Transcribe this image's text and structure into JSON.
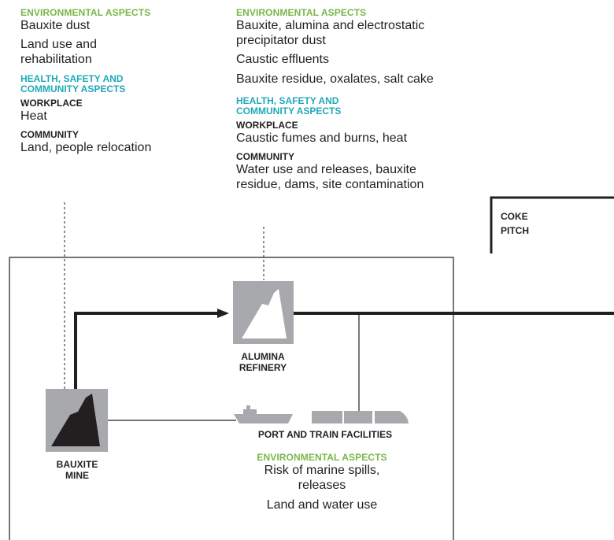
{
  "left_column": {
    "env_heading": "ENVIRONMENTAL ASPECTS",
    "env_items": [
      "Bauxite dust",
      "Land use and",
      "rehabilitation"
    ],
    "hsc_heading_1": "HEALTH, SAFETY AND",
    "hsc_heading_2": "COMMUNITY ASPECTS",
    "workplace_label": "WORKPLACE",
    "workplace_text": "Heat",
    "community_label": "COMMUNITY",
    "community_text": "Land, people relocation"
  },
  "middle_column": {
    "env_heading": "ENVIRONMENTAL ASPECTS",
    "env_items": [
      "Bauxite, alumina and electrostatic",
      "precipitator dust",
      "Caustic effluents",
      "Bauxite residue, oxalates, salt cake"
    ],
    "hsc_heading_1": "HEALTH, SAFETY AND",
    "hsc_heading_2": "COMMUNITY ASPECTS",
    "workplace_label": "WORKPLACE",
    "workplace_text": "Caustic fumes and burns, heat",
    "community_label": "COMMUNITY",
    "community_text_1": "Water use and releases, bauxite",
    "community_text_2": "residue, dams, site contamination"
  },
  "inputs_box": {
    "line_1": "COKE",
    "line_2": "PITCH"
  },
  "facilities": {
    "refinery_1": "ALUMINA",
    "refinery_2": "REFINERY",
    "mine_1": "BAUXITE",
    "mine_2": "MINE",
    "port_label": "PORT AND TRAIN FACILITIES",
    "port_env_heading": "ENVIRONMENTAL ASPECTS",
    "port_env_1": "Risk of marine spills,",
    "port_env_2": "releases",
    "port_env_3": "Land and water use"
  },
  "colors": {
    "env_heading": "#7ab648",
    "hsc_heading": "#1fa9b9",
    "icon_box": "#a7a9ac",
    "icon_mark": "#231f20",
    "line": "#231f20"
  }
}
